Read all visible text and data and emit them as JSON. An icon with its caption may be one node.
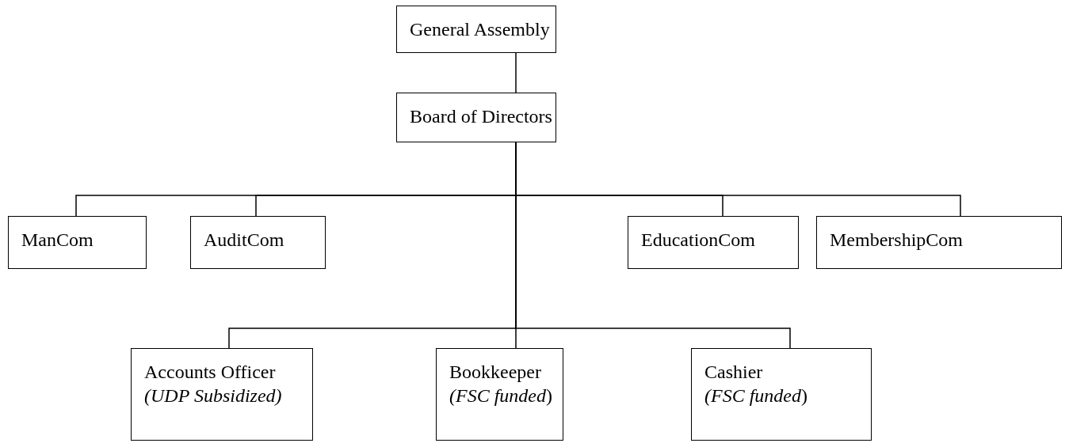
{
  "diagram": {
    "nodes": [
      {
        "text": [
          "General Assembly"
        ]
      },
      {
        "text": [
          "Board of Directors"
        ]
      },
      {
        "text": [
          "ManCom"
        ]
      },
      {
        "text": [
          "AuditCom"
        ]
      },
      {
        "text": [
          "EducationCom"
        ]
      },
      {
        "text": [
          "MembershipCom"
        ]
      },
      {
        "text": [
          "Accounts Officer",
          "*(UDP Subsidized)*"
        ]
      },
      {
        "text": [
          "Bookkeeper",
          "*(FSC funded*)"
        ]
      },
      {
        "text": [
          "Cashier",
          "*(FSC funded*)"
        ]
      }
    ],
    "edges": [
      {
        "from": 0,
        "to": 1,
        "arrow": "none"
      },
      {
        "from": 1,
        "to": 2,
        "arrow": "none"
      },
      {
        "from": 1,
        "to": 3,
        "arrow": "none"
      },
      {
        "from": 1,
        "to": 4,
        "arrow": "none"
      },
      {
        "from": 1,
        "to": 5,
        "arrow": "none"
      },
      {
        "from": 1,
        "to": 6,
        "arrow": "none"
      },
      {
        "from": 1,
        "to": 7,
        "arrow": "none"
      },
      {
        "from": 1,
        "to": 8,
        "arrow": "none"
      }
    ]
  }
}
